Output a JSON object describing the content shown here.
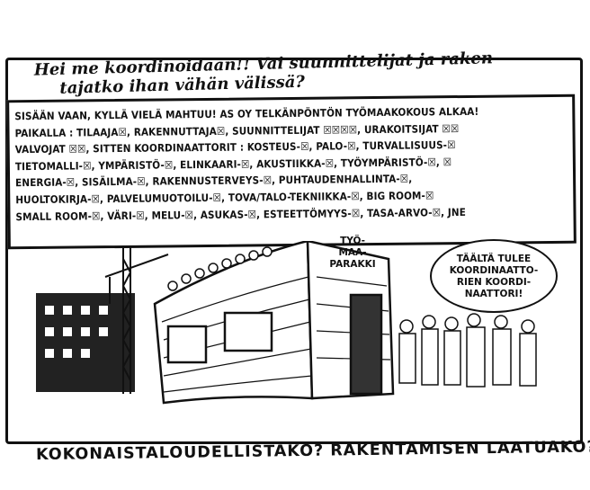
{
  "title_lines": [
    "Hei me koordinoidaan!! Vai suunnittelijat ja raken-",
    "tajatko ihan vähän välissä?"
  ],
  "notice_lines": [
    "SISÄÄN VAAN, KYLLÄ VIELÄ MAHTUU! AS OY TELKÄNPÖNTÖN TYÖMAAKOKOUS ALKAA!",
    "PAIKALLA : TILAAJA☒, RAKENNUTTAJA☒, SUUNNITTELIJAT ☒☒☒☒, URAKOITSIJAT ☒☒",
    "VALVOJAT ☒☒, SITTEN KOORDINAATTORIT : KOSTEUS-☒, PALO-☒, TURVALLISUUS-☒",
    "TIETOMALLI-☒, YMPÄRISTÖ-☒, ELINKAARI-☒, AKUSTIIKKA-☒, TYÖYMPÄRISTÖ-☒, ☒",
    "ENERGIA-☒, SISÄILMA-☒, RAKENNUSTERVEYS-☒, PUHTAUDENHALLINTA-☒,",
    "HUOLTOKIRJA-☒, PALVELUMUOTOILU-☒, TOVA/TALO-TEKNIIKKA-☒, BIG ROOM-☒",
    "SMALL ROOM-☒, VÄRI-☒, MELU-☒, ASUKAS-☒, ESTEETTÖMYYS-☒, TASA-ARVO-☒, JNE"
  ],
  "sign_lines": [
    "TYÖ-",
    "MAA-",
    "PARAKKI"
  ],
  "bubble_lines": [
    "TÄÄLTÄ TULEE",
    "KOORDINAATTO-",
    "RIEN KOORDI-",
    "NAATTORI!"
  ],
  "caption": "KOKONAISTALOUDELLISTAKO? RAKENTAMISEN LAATUAKO?"
}
